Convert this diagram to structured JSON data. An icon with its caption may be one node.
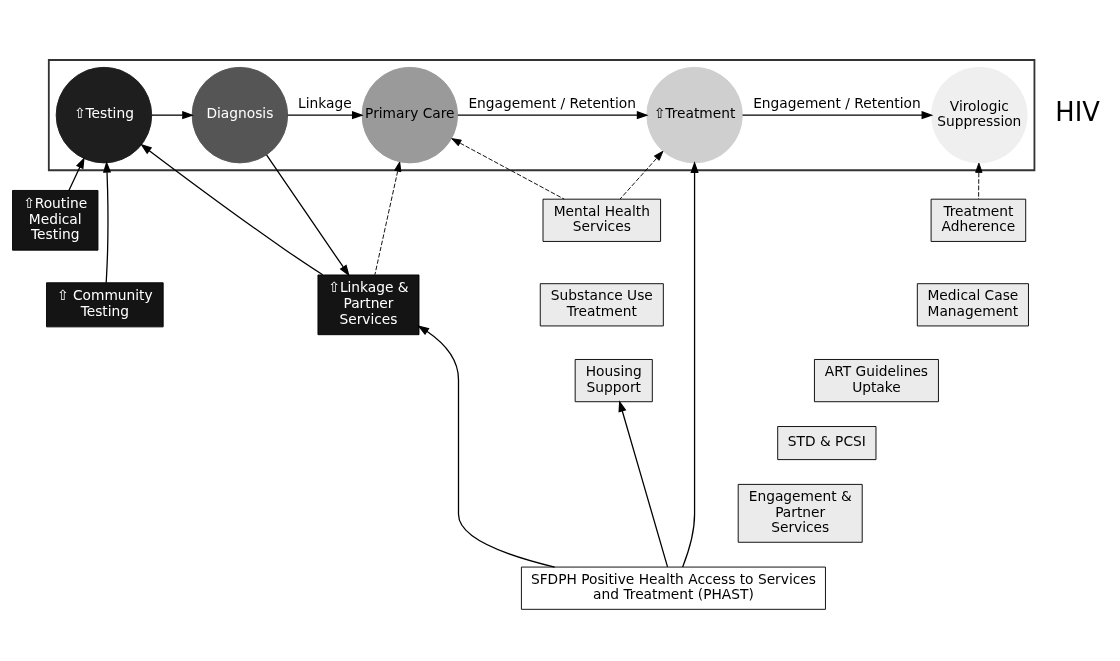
{
  "diagram": {
    "nodes": [
      {
        "text": [],
        "shape": "arrow"
      },
      {
        "text": [
          "⇧Testing"
        ],
        "in": 0
      },
      {
        "text": [
          "Diagnosis"
        ],
        "in": 0
      },
      {
        "text": [
          "Primary Care"
        ],
        "in": 0
      },
      {
        "text": [
          "⇧Treatment"
        ],
        "in": 0
      },
      {
        "text": [
          "Virologic Suppression"
        ],
        "in": 0
      },
      {
        "text": [
          "⇧Routine Medical Testing"
        ]
      },
      {
        "text": [
          "⇧ Community Testing"
        ]
      },
      {
        "text": [
          "⇧Linkage & Partner Services"
        ]
      },
      {
        "text": [
          "Mental Health Services"
        ]
      },
      {
        "text": [
          "Substance Use Treatment"
        ]
      },
      {
        "text": [
          "Housing Support"
        ]
      },
      {
        "text": [
          "Treatment Adherence"
        ]
      },
      {
        "text": [
          "Medical Case Management"
        ]
      },
      {
        "text": [
          "ART Guidelines Uptake"
        ]
      },
      {
        "text": [
          "STD & PCSI"
        ]
      },
      {
        "text": [
          "Engagement & Partner Services"
        ]
      },
      {
        "text": [
          "SFDPH Positive Health Access to Services and Treatment (PHAST)"
        ]
      }
    ],
    "edges": [
      {
        "from": 1,
        "to": 2,
        "arrow": "to"
      },
      {
        "from": 2,
        "to": 3,
        "arrow": "to",
        "label": "Linkage"
      },
      {
        "from": 3,
        "to": 4,
        "arrow": "to",
        "label": "Engagement / Retention"
      },
      {
        "from": 4,
        "to": 5,
        "arrow": "to",
        "label": "Engagement / Retention"
      },
      {
        "from": 6,
        "to": 1,
        "arrow": "to"
      },
      {
        "from": 7,
        "to": 1,
        "arrow": "to"
      },
      {
        "from": 8,
        "to": 1,
        "arrow": "to"
      },
      {
        "from": 2,
        "to": 8,
        "arrow": "to"
      },
      {
        "from": 8,
        "to": 3,
        "arrow": "to",
        "style": "dashed"
      },
      {
        "from": 9,
        "to": 3,
        "arrow": "to",
        "style": "dashed"
      },
      {
        "from": 9,
        "to": 4,
        "arrow": "to",
        "style": "dashed"
      },
      {
        "from": 12,
        "to": 5,
        "arrow": "to",
        "style": "dashed"
      },
      {
        "from": 17,
        "to": 8,
        "arrow": "to"
      },
      {
        "from": 17,
        "to": 11,
        "arrow": "to"
      },
      {
        "from": 17,
        "to": 4,
        "arrow": "to"
      }
    ],
    "labels": [
      "HIV"
    ]
  }
}
